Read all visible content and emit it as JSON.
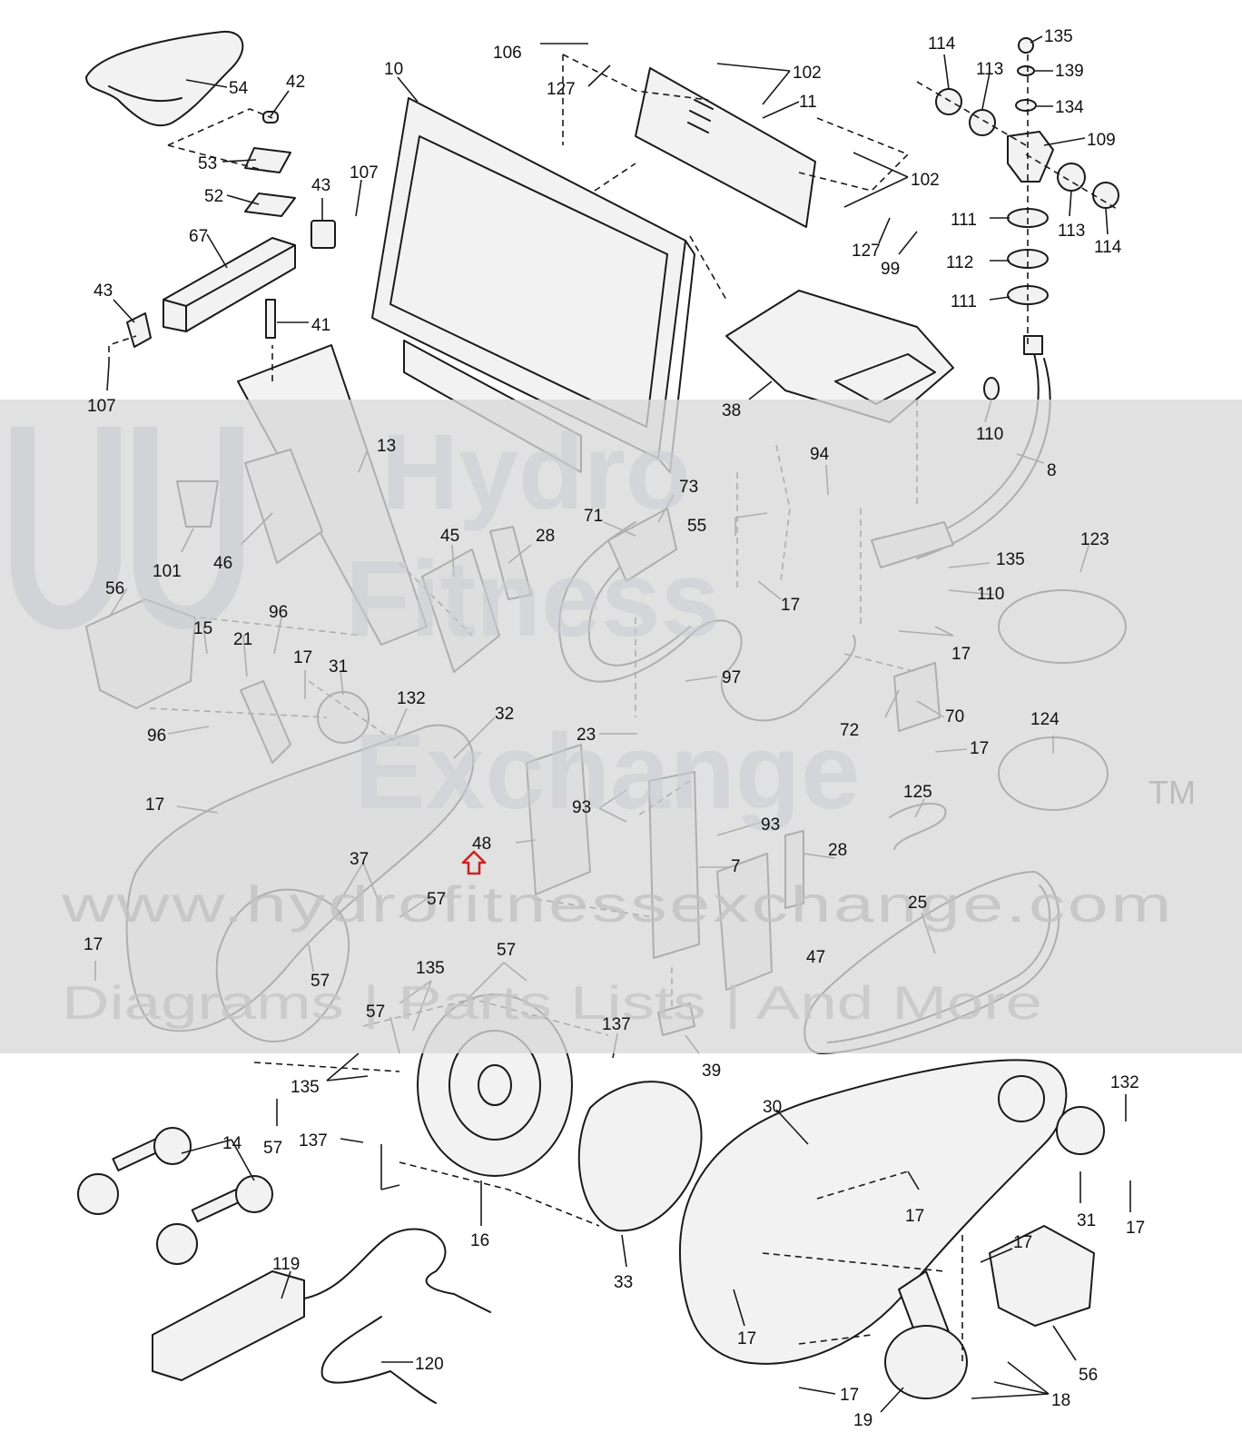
{
  "watermark": {
    "line1": "Hydro",
    "line2": "Fitness",
    "line3": "Exchange",
    "trademark": "TM",
    "url": "www.hydrofitnessexchange.com",
    "tagline": "Diagrams | Parts Lists | And More"
  },
  "highlight": {
    "part": "48",
    "color": "#cc2222"
  },
  "callouts": [
    "54",
    "42",
    "53",
    "52",
    "43",
    "107",
    "67",
    "43",
    "41",
    "107",
    "10",
    "106",
    "127",
    "102",
    "11",
    "102",
    "127",
    "99",
    "114",
    "113",
    "135",
    "139",
    "134",
    "109",
    "113",
    "114",
    "111",
    "112",
    "111",
    "38",
    "110",
    "8",
    "13",
    "101",
    "46",
    "45",
    "28",
    "71",
    "73",
    "55",
    "94",
    "135",
    "123",
    "110",
    "17",
    "17",
    "56",
    "15",
    "96",
    "21",
    "17",
    "31",
    "132",
    "97",
    "72",
    "70",
    "96",
    "32",
    "23",
    "17",
    "124",
    "17",
    "93",
    "93",
    "48",
    "125",
    "37",
    "57",
    "7",
    "28",
    "25",
    "17",
    "57",
    "57",
    "135",
    "47",
    "57",
    "137",
    "39",
    "135",
    "57",
    "137",
    "14",
    "30",
    "132",
    "17",
    "16",
    "31",
    "17",
    "17",
    "119",
    "33",
    "17",
    "56",
    "120",
    "17",
    "18",
    "19"
  ]
}
